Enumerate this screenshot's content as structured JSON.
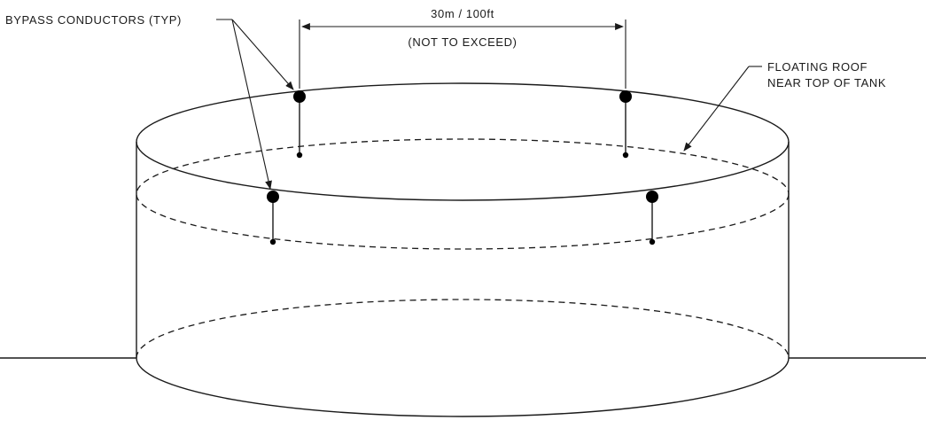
{
  "labels": {
    "bypass_conductors": "BYPASS CONDUCTORS (TYP)",
    "spacing": "30m / 100ft",
    "not_to_exceed": "(NOT TO EXCEED)",
    "floating_roof_line1": "FLOATING ROOF",
    "floating_roof_line2": "NEAR TOP OF TANK"
  },
  "colors": {
    "line": "#1a1a1a",
    "background": "#ffffff"
  }
}
